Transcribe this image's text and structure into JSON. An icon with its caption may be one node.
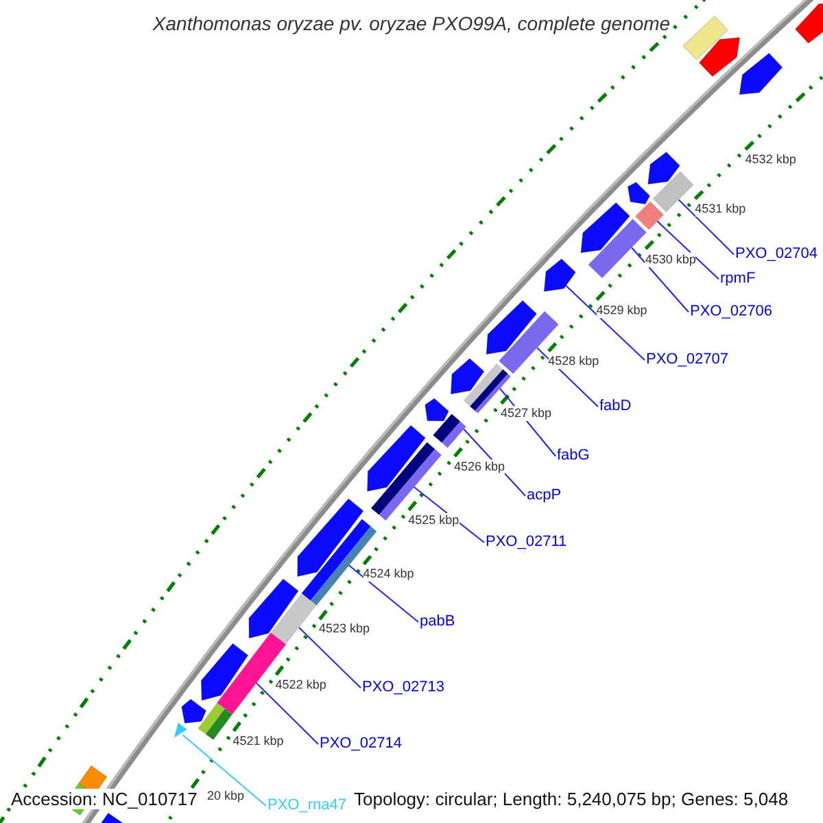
{
  "diagram": {
    "title": "Xanthomonas oryzae pv. oryzae PXO99A, complete genome",
    "nodes": [
      {
        "text": [
          "PXO_02704"
        ]
      },
      {
        "text": [
          "rpmF"
        ]
      },
      {
        "text": [
          "PXO_02706"
        ]
      },
      {
        "text": [
          "PXO_02707"
        ]
      },
      {
        "text": [
          "fabD"
        ]
      },
      {
        "text": [
          "fabG"
        ]
      },
      {
        "text": [
          "acpP"
        ]
      },
      {
        "text": [
          "PXO_02711"
        ]
      },
      {
        "text": [
          "pabB"
        ]
      },
      {
        "text": [
          "PXO_02713"
        ]
      },
      {
        "text": [
          "PXO_02714"
        ]
      },
      {
        "text": [
          "PXO_rna47"
        ]
      },
      {
        "text": [],
        "shape": "bar"
      },
      {
        "text": [],
        "shape": "bar"
      },
      {
        "text": [],
        "shape": "bar"
      },
      {
        "text": [],
        "shape": "arrow"
      },
      {
        "text": [],
        "shape": "bar"
      },
      {
        "text": [],
        "shape": "bar"
      },
      {
        "text": [],
        "shape": "bar"
      },
      {
        "text": [],
        "shape": "bar"
      },
      {
        "text": [],
        "shape": "bar"
      },
      {
        "text": [],
        "shape": "bar"
      },
      {
        "text": [],
        "shape": "bar"
      },
      {
        "text": [],
        "shape": "triangle"
      }
    ],
    "edges": [
      {
        "from": 0,
        "to": 12,
        "arrow": "none"
      },
      {
        "from": 1,
        "to": 13,
        "arrow": "none"
      },
      {
        "from": 2,
        "to": 14,
        "arrow": "none"
      },
      {
        "from": 3,
        "to": 15,
        "arrow": "none"
      },
      {
        "from": 4,
        "to": 16,
        "arrow": "none"
      },
      {
        "from": 5,
        "to": 17,
        "arrow": "none"
      },
      {
        "from": 6,
        "to": 18,
        "arrow": "none"
      },
      {
        "from": 7,
        "to": 19,
        "arrow": "none"
      },
      {
        "from": 8,
        "to": 20,
        "arrow": "none"
      },
      {
        "from": 9,
        "to": 21,
        "arrow": "none"
      },
      {
        "from": 10,
        "to": 22,
        "arrow": "none"
      },
      {
        "from": 11,
        "to": 23,
        "arrow": "none",
        "color": "#33ccff"
      }
    ],
    "labels": [
      "4532 kbp",
      "4531 kbp",
      "4530 kbp",
      "4529 kbp",
      "4528 kbp",
      "4527 kbp",
      "4526 kbp",
      "4525 kbp",
      "4524 kbp",
      "4523 kbp",
      "4522 kbp",
      "4521 kbp",
      "Accession: NC_010717",
      "20 kbp",
      "Topology: circular; Length: 5,240,075 bp; Genes: 5,048"
    ]
  }
}
